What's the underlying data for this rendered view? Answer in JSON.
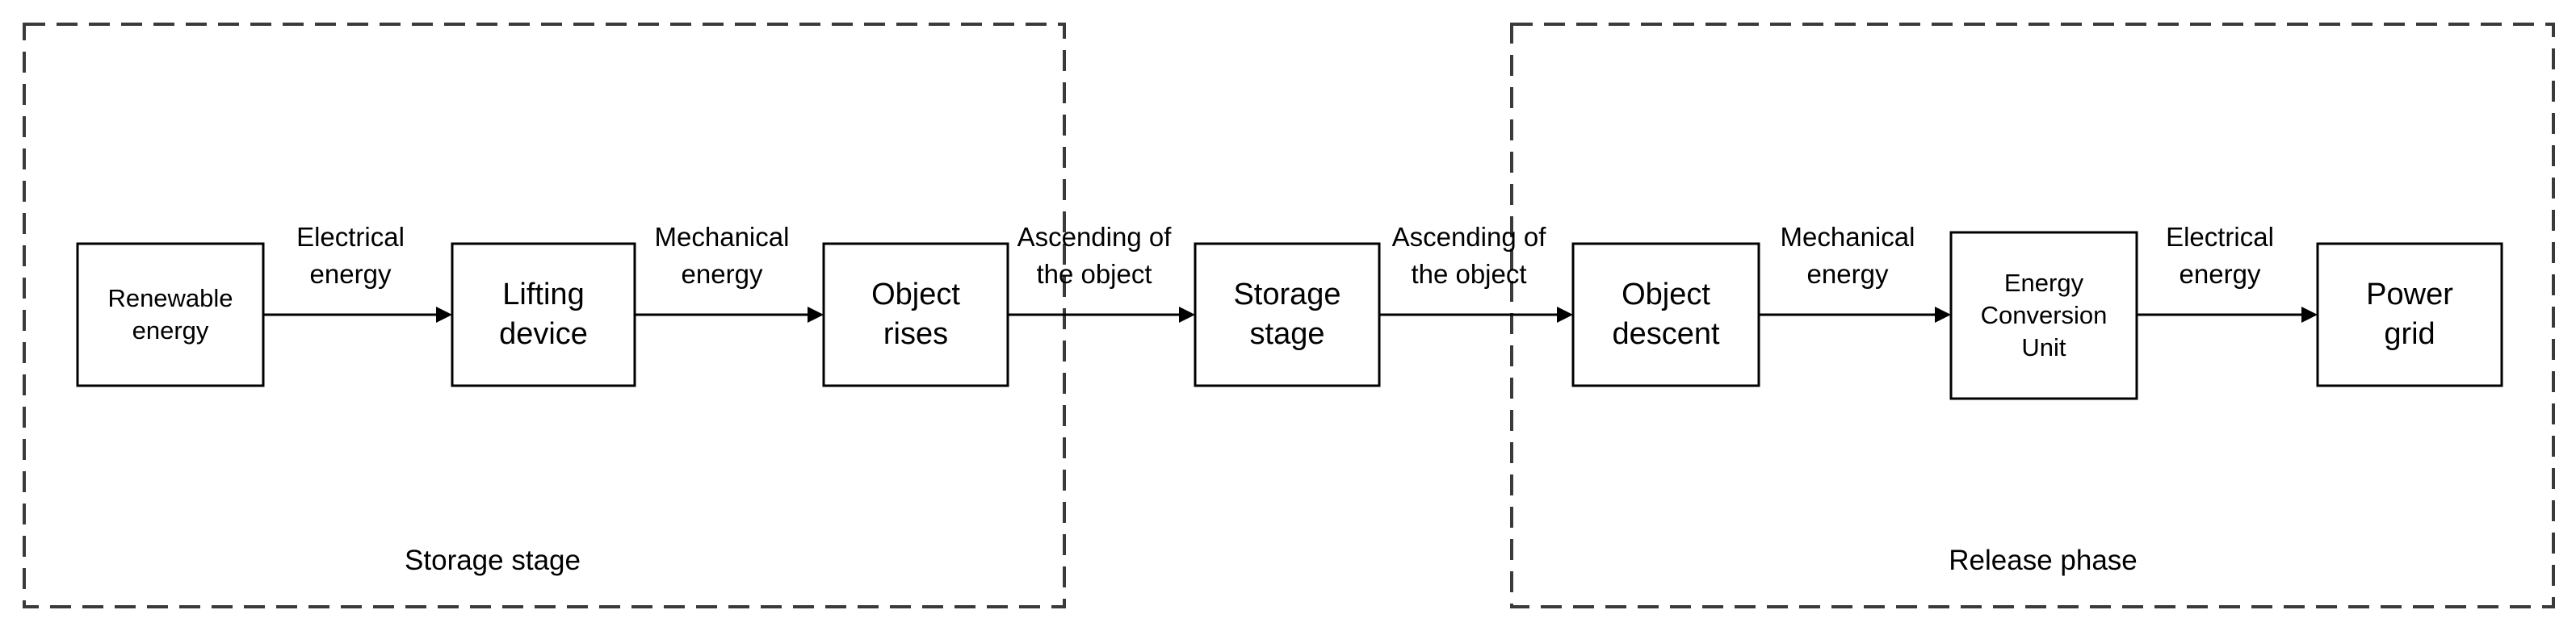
{
  "groups": {
    "storage": {
      "label": "Storage stage"
    },
    "release": {
      "label": "Release phase"
    }
  },
  "nodes": {
    "renewable": {
      "line1": "Renewable",
      "line2": "energy"
    },
    "lifting": {
      "line1": "Lifting",
      "line2": "device"
    },
    "rises": {
      "line1": "Object",
      "line2": "rises"
    },
    "storage_stage": {
      "line1": "Storage",
      "line2": "stage"
    },
    "descent": {
      "line1": "Object",
      "line2": "descent"
    },
    "conversion": {
      "line1": "Energy",
      "line2": "Conversion",
      "line3": "Unit"
    },
    "grid": {
      "line1": "Power",
      "line2": "grid"
    }
  },
  "edges": {
    "e1": {
      "line1": "Electrical",
      "line2": "energy"
    },
    "e2": {
      "line1": "Mechanical",
      "line2": "energy"
    },
    "e3": {
      "line1": "Ascending of",
      "line2": "the object"
    },
    "e4": {
      "line1": "Ascending of",
      "line2": "the object"
    },
    "e5": {
      "line1": "Mechanical",
      "line2": "energy"
    },
    "e6": {
      "line1": "Electrical",
      "line2": "energy"
    }
  }
}
